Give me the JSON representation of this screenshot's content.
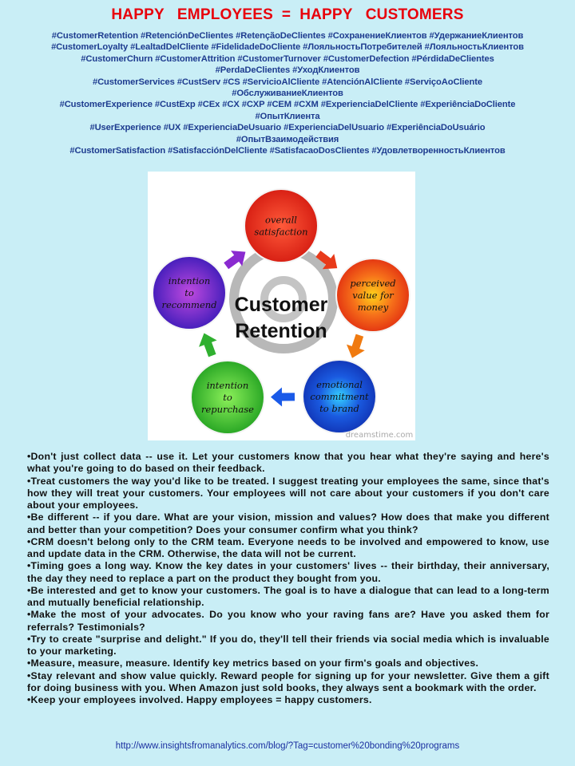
{
  "title": "HAPPY   EMPLOYEES  =  HAPPY   CUSTOMERS",
  "hashtags": [
    "#CustomerRetention #RetenciónDeClientes #RetençãoDeClientes #СохранениеКлиентов #УдержаниеКлиентов",
    "#CustomerLoyalty #LealtadDelCliente #FidelidadeDoCliente #ЛояльностьПотребителей #ЛояльностьКлиентов",
    "#CustomerChurn #CustomerAttrition #CustomerTurnover #CustomerDefection #PérdidaDeClientes",
    "#PerdaDeClientes #УходКлиентов",
    "#CustomerServices #CustServ #CS #ServicioAlCliente #AtenciónAlCliente  #ServiçoAoCliente",
    "#ОбслуживаниеКлиентов",
    "#CustomerExperience #CustExp #CEx #CX #CXP #CEM #CXM #ExperienciaDelCliente #ExperiênciaDoCliente",
    "#ОпытКлиента",
    "#UserExperience #UX #ExperienciaDeUsuario #ExperienciaDelUsuario #ExperiênciaDoUsuário",
    "#ОпытВзаимодействия",
    "#CustomerSatisfaction #SatisfacciónDelCliente #SatisfacaoDosClientes #УдовлетворенностьКлиентов"
  ],
  "figure": {
    "center_line1": "Customer",
    "center_line2": "Retention",
    "watermark": "dreamstime.com",
    "nodes": [
      {
        "lines": [
          "overall",
          "satisfaction"
        ],
        "color": "#e8261c"
      },
      {
        "lines": [
          "perceived",
          "value for",
          "money"
        ],
        "color": "#f24a12"
      },
      {
        "lines": [
          "emotional",
          "commitment",
          "to brand"
        ],
        "color": "#1744d6"
      },
      {
        "lines": [
          "intention",
          "to",
          "repurchase"
        ],
        "color": "#2fb52a"
      },
      {
        "lines": [
          "intention",
          "to",
          "recommend"
        ],
        "color": "#5a1fc4"
      }
    ]
  },
  "bullets": [
    "•Don't just collect data -- use it.  Let your customers know that you hear what they're saying and here's what you're going to do based on their feedback.",
    "•Treat customers the way you'd like to be treated.  I suggest treating your employees the same, since that's how they will treat your customers.  Your employees will not care about your customers if you don't care about your employees.",
    "•Be different -- if you dare.  What are your vision, mission and values? How does that make you different and better than your competition?  Does your consumer confirm what you think?",
    "•CRM doesn't belong only to the CRM team.  Everyone needs to be involved and empowered to know, use and update data in the CRM.  Otherwise, the data will not be current.",
    "•Timing goes a long way.  Know the key dates in your customers' lives -- their birthday, their anniversary, the day they need to replace a part on the product they bought from you.",
    "•Be interested and get to know your customers.  The goal is to have a dialogue that can lead to a long-term and mutually beneficial relationship.",
    "•Make the most of your advocates.  Do you know who your raving fans are?  Have you asked them for referrals?  Testimonials?",
    "•Try to create \"surprise and delight.\"  If you do, they'll tell their friends via social media which is invaluable to your marketing.",
    "•Measure, measure, measure.  Identify key metrics based on your firm's goals and objectives.",
    "•Stay relevant and show value quickly.  Reward people for signing up for your newsletter.  Give them a gift for doing business with you.  When Amazon just sold books, they always sent a bookmark with the order.",
    "•Keep your employees involved.  Happy employees = happy customers."
  ],
  "footer_url": "http://www.insightsfromanalytics.com/blog/?Tag=customer%20bonding%20programs"
}
